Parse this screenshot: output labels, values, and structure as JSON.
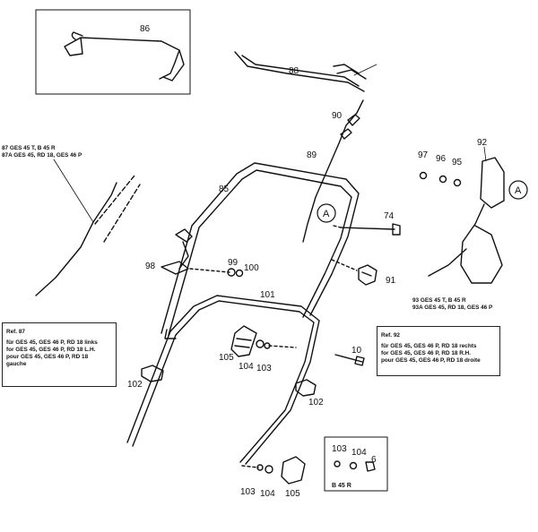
{
  "part_numbers": {
    "p86": "86",
    "p88": "88",
    "p90": "90",
    "p89": "89",
    "p85": "85",
    "p74": "74",
    "p91": "91",
    "p98": "98",
    "p99": "99",
    "p100": "100",
    "p101": "101",
    "p105a": "105",
    "p104a": "104",
    "p103a": "103",
    "p10": "10",
    "p102a": "102",
    "p102b": "102",
    "p103b": "103",
    "p104b": "104",
    "p105b": "105",
    "p97": "97",
    "p96": "96",
    "p95": "95",
    "p92": "92",
    "p103c": "103",
    "p104c": "104",
    "p6": "6"
  },
  "markers": {
    "a_left": "A",
    "a_right": "A"
  },
  "note_87": {
    "line1": "87  GES 45 T, B 45 R",
    "line2": "87A  GES 45, RD 18, GES 46 P"
  },
  "note_93": {
    "line1": "93  GES 45 T, B 45 R",
    "line2": "93A  GES 45, RD 18, GES 46 P"
  },
  "ref_87": {
    "title": "Ref. 87",
    "lines": [
      "für GES 45, GES 46 P, RD 18 links",
      "for GES 45, GES 46 P, RD 18 L.H.",
      "pour GES 45, GES 46 P, RD 18",
      "gauche"
    ]
  },
  "ref_92": {
    "title": "Ref. 92",
    "lines": [
      "für GES 45, GES 46 P, RD 18 rechts",
      "for GES 45, GES 46 P, RD 18 R.H.",
      "pour GES 45, GES 46 P, RD 18 droite"
    ]
  },
  "inset_b45r": {
    "label": "B 45 R"
  }
}
